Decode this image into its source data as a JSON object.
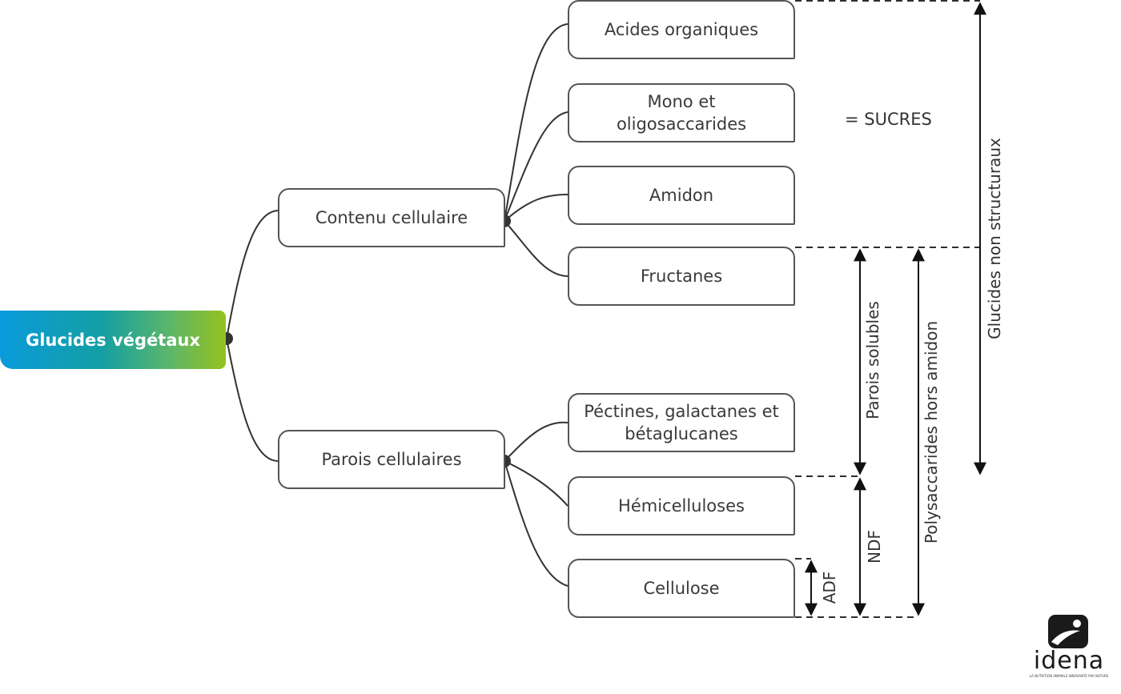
{
  "root": {
    "label": "Glucides végétaux"
  },
  "branches": [
    {
      "label": "Contenu cellulaire",
      "children": [
        "Acides organiques",
        "Mono et oligosaccarides",
        "Amidon",
        "Fructanes"
      ]
    },
    {
      "label": "Parois cellulaires",
      "children": [
        "Péctines, galactanes et bétaglucanes",
        "Hémicelluloses",
        "Cellulose"
      ]
    }
  ],
  "annotations": {
    "sucres": "= SUCRES",
    "glucides_non_structuraux": "Glucides non structuraux",
    "parois_solubles": "Parois solubles",
    "polysaccarides_hors_amidon": "Polysaccarides hors amidon",
    "ndf": "NDF",
    "adf": "ADF"
  },
  "logo": {
    "word": "idena",
    "tagline": "LA NUTRITION ANIMALE INNOVANTE PAR NATURE"
  },
  "colors": {
    "line": "#333333",
    "box_border": "#555555",
    "gradient_start": "#0a9bdc",
    "gradient_end": "#96c11f"
  }
}
